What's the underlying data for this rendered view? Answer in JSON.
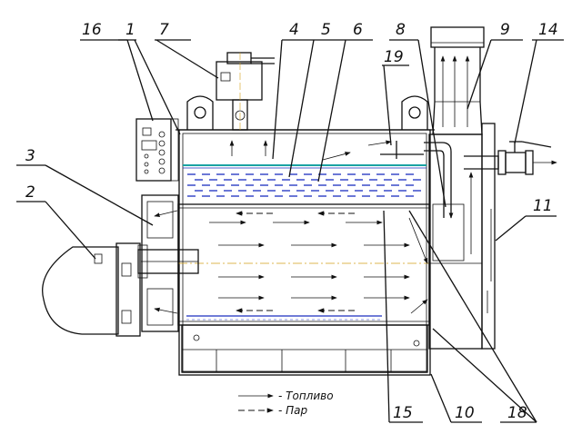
{
  "labels": {
    "n1": "1",
    "n2": "2",
    "n3": "3",
    "n4": "4",
    "n5": "5",
    "n6": "6",
    "n7": "7",
    "n8": "8",
    "n9": "9",
    "n10": "10",
    "n11": "11",
    "n14": "14",
    "n15": "15",
    "n16": "16",
    "n18": "18",
    "n19": "19"
  },
  "legend": {
    "fuel": "- Топливо",
    "steam": "- Пар"
  },
  "colors": {
    "line": "#111111",
    "water": "#1b2fbf",
    "waterline": "#1aa3a3",
    "axis": "#d4a017"
  }
}
